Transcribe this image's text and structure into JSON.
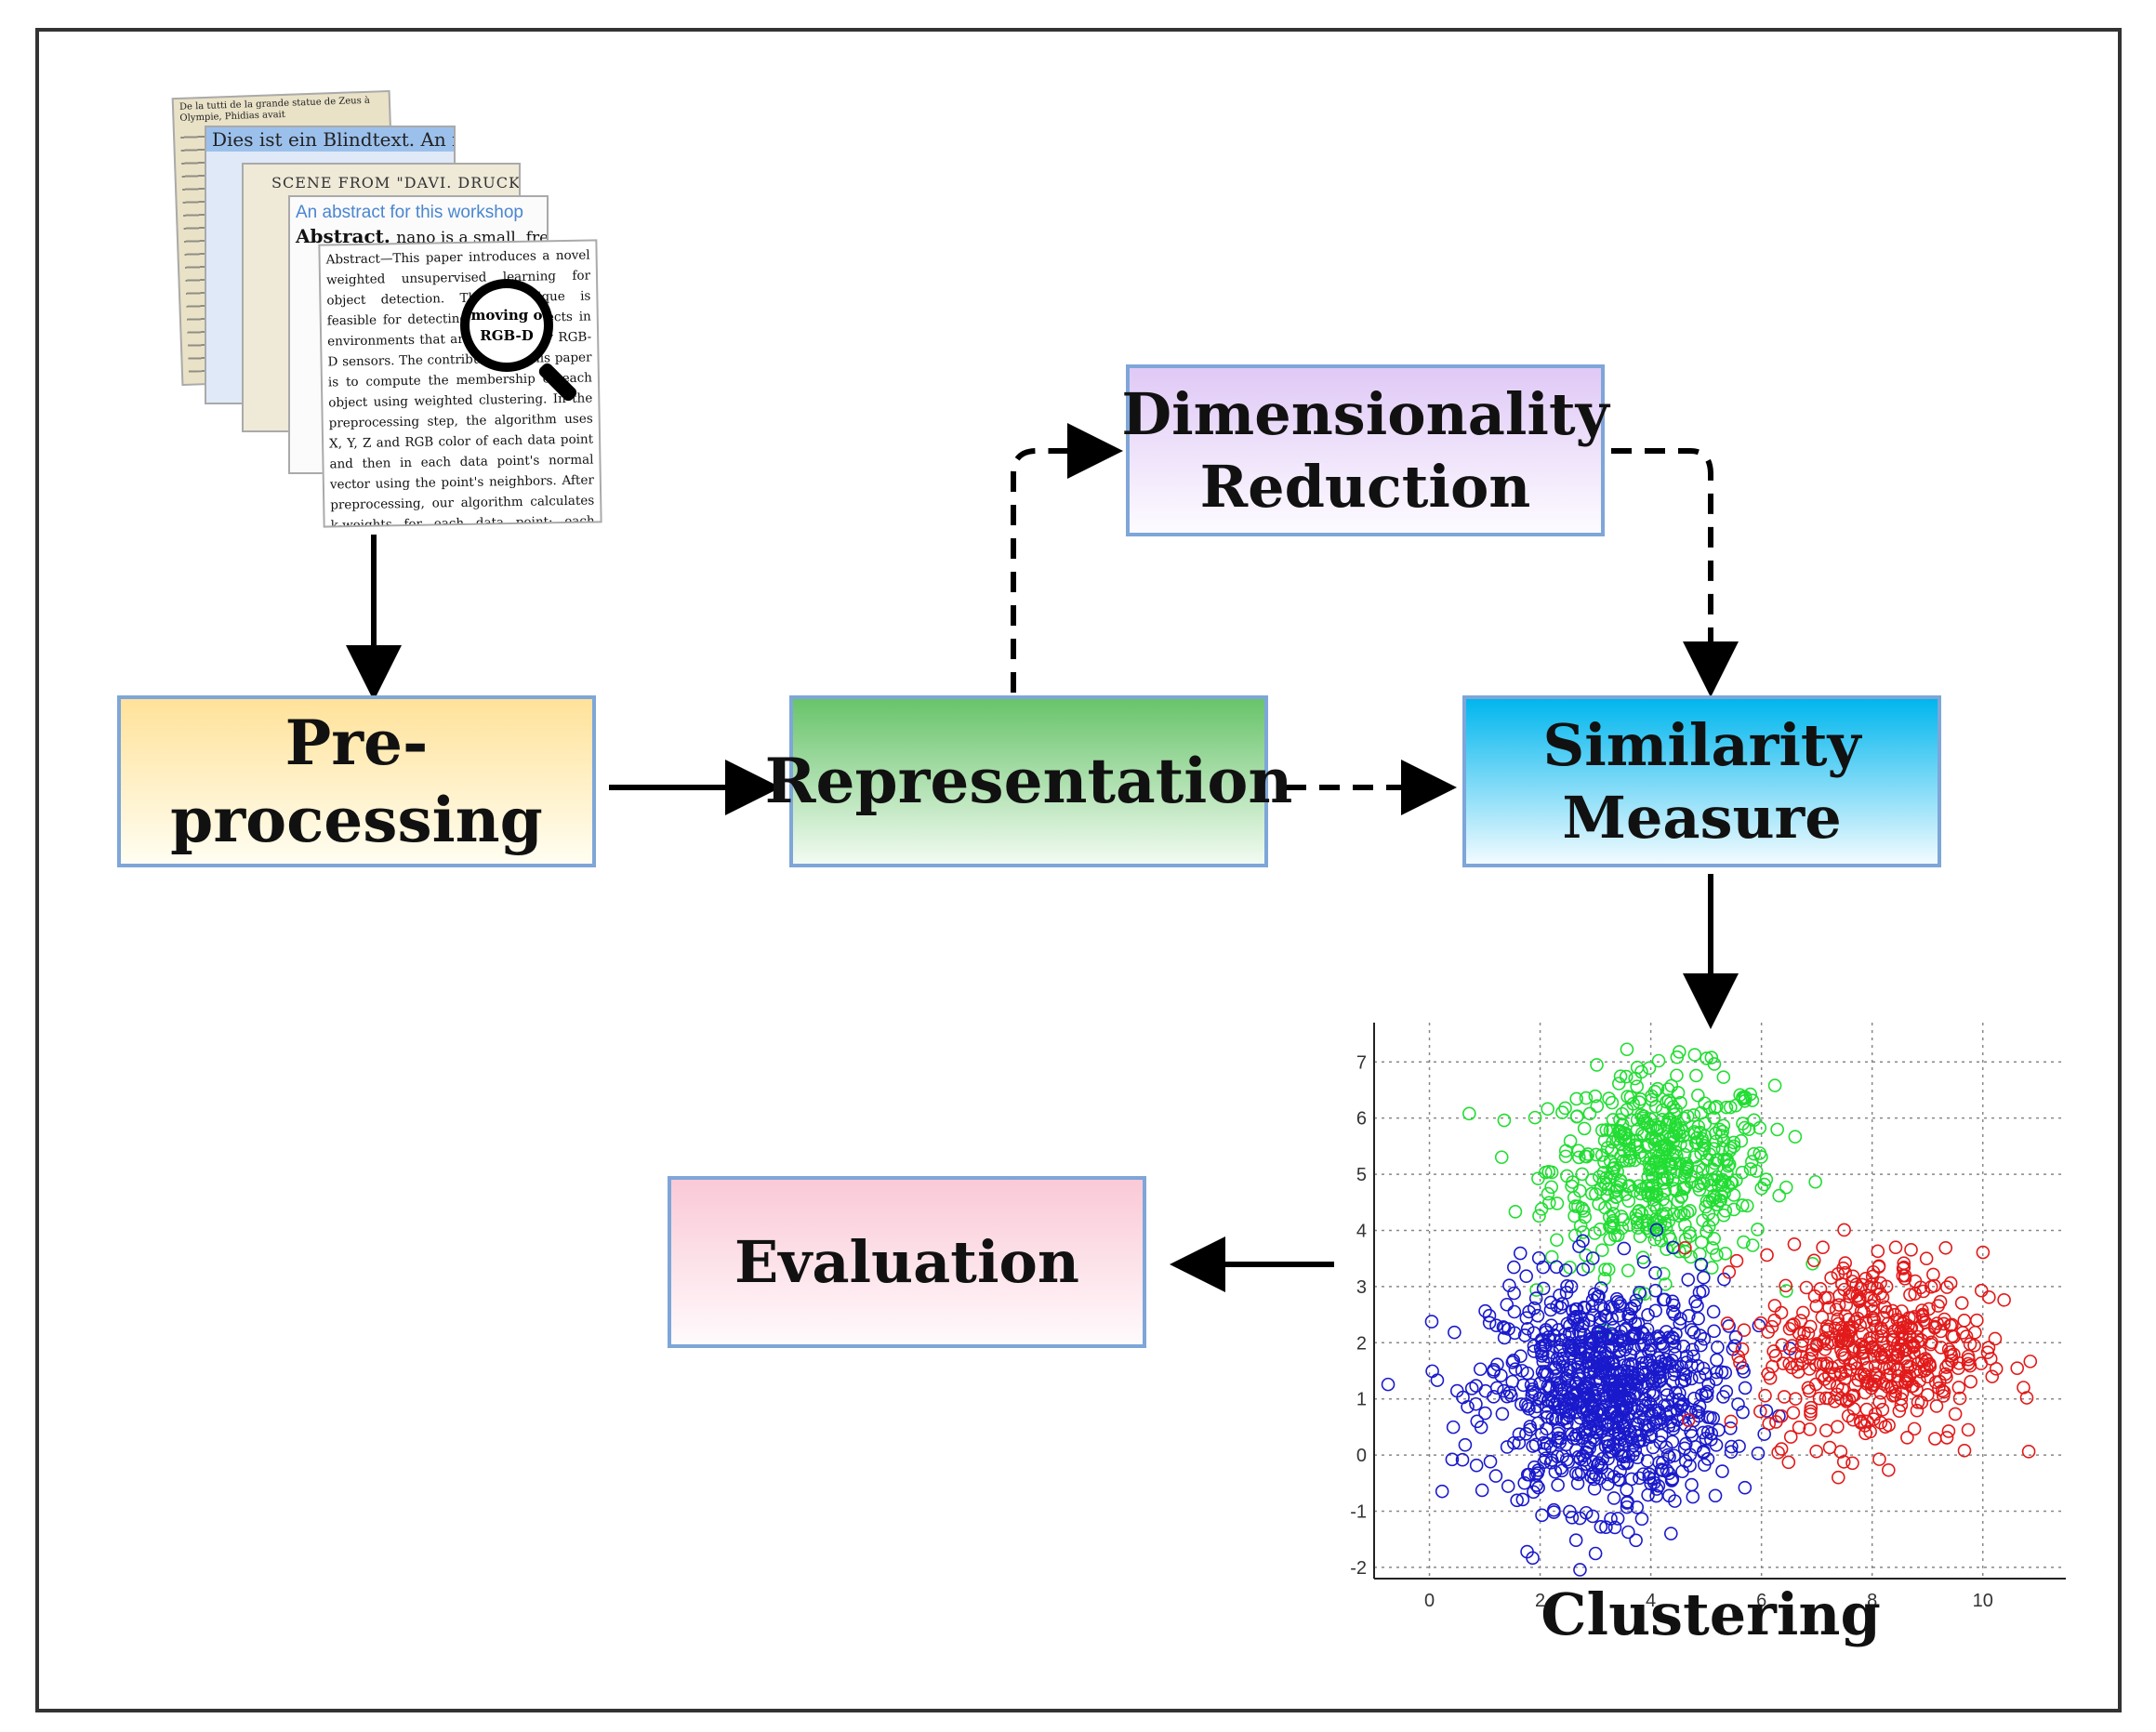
{
  "nodes": {
    "preprocessing": "Pre-processing",
    "representation": "Representation",
    "dimensionality_line1": "Dimensionality",
    "dimensionality_line2": "Reduction",
    "similarity_line1": "Similarity",
    "similarity_line2": "Measure",
    "evaluation": "Evaluation",
    "clustering": "Clustering"
  },
  "documents": {
    "doc1_header": "De la tutti de la grande statue de Zeus à Olympie, Phidias avait",
    "doc2_text": "Dies ist ein Blindtext. An ihm lässt sich",
    "doc3_header": "SCENE FROM \"DAVI. DRUCK\"",
    "doc4_title": "An abstract for this workshop",
    "doc4_text": "nano is a small, free and",
    "doc4_label": "Abstract.",
    "doc5_abstract": "Abstract—This paper introduces a novel weighted unsupervised learning for object detection. This technique is feasible for detecting moving objects in environments that are captured by RGB-D sensors. The contribution of this paper is to compute the membership of each object using weighted clustering. In the preprocessing step, the algorithm uses X, Y, Z and RGB color of each data point and then in each data point's normal vector using the point's neighbors. After preprocessing, our algorithm calculates k-weights for each data point; each weight indicates membership. Resulting in clustered objects of the scene.",
    "magnifier_line1": "moving o",
    "magnifier_line2": "RGB-D"
  },
  "connections": [
    {
      "from": "documents",
      "to": "preprocessing",
      "style": "solid"
    },
    {
      "from": "preprocessing",
      "to": "representation",
      "style": "solid"
    },
    {
      "from": "representation",
      "to": "dimensionality",
      "style": "dashed"
    },
    {
      "from": "dimensionality",
      "to": "similarity",
      "style": "dashed"
    },
    {
      "from": "representation",
      "to": "similarity",
      "style": "dashed"
    },
    {
      "from": "similarity",
      "to": "clustering",
      "style": "solid"
    },
    {
      "from": "clustering",
      "to": "evaluation",
      "style": "solid"
    }
  ],
  "colors": {
    "cluster_green": "#22dd33",
    "cluster_blue": "#1a1acc",
    "cluster_red": "#e21a1a",
    "box_border": "#7ea6d8"
  },
  "chart_data": {
    "type": "scatter",
    "title": "",
    "xlabel": "Clustering",
    "ylabel": "",
    "xlim": [
      -1,
      11.5
    ],
    "ylim": [
      -2.2,
      7.7
    ],
    "xticks": [
      "0",
      "2",
      "4",
      "6",
      "8",
      "10"
    ],
    "xtick_values": [
      0,
      2,
      4,
      6,
      8,
      10
    ],
    "yticks": [
      "-2",
      "-1",
      "0",
      "1",
      "2",
      "3",
      "4",
      "5",
      "6",
      "7"
    ],
    "ytick_values": [
      -2,
      -1,
      0,
      1,
      2,
      3,
      4,
      5,
      6,
      7
    ],
    "grid": true,
    "marker": "open-circle",
    "series": [
      {
        "color": "#22dd33",
        "center": [
          4.2,
          5.1
        ],
        "spread": [
          1.0,
          0.85
        ],
        "count": 520
      },
      {
        "color": "#1a1acc",
        "center": [
          3.2,
          1.1
        ],
        "spread": [
          1.05,
          1.0
        ],
        "count": 950
      },
      {
        "color": "#e21a1a",
        "center": [
          8.0,
          1.9
        ],
        "spread": [
          1.0,
          0.85
        ],
        "count": 480
      }
    ]
  }
}
